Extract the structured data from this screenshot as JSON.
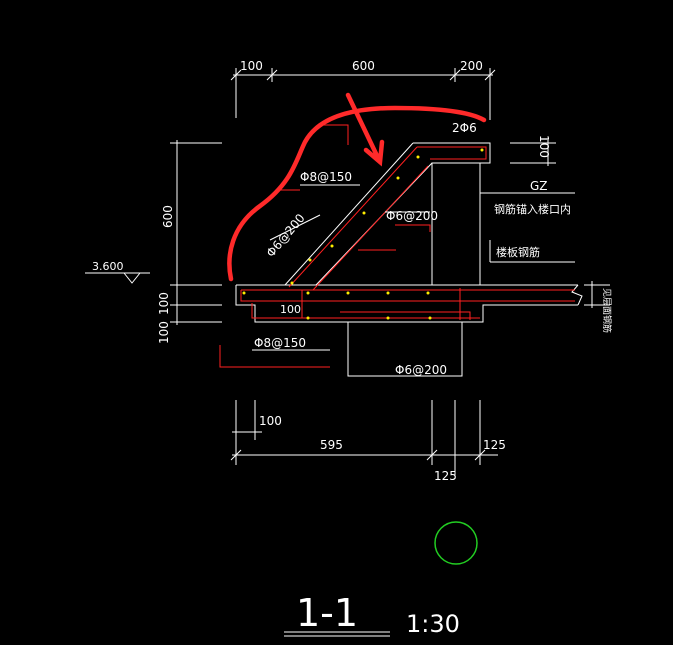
{
  "dimensions": {
    "top_left": "100",
    "top_mid": "600",
    "top_right": "200",
    "right_height": "100",
    "left_height": "600",
    "left_lower_1": "100",
    "left_lower_2": "100",
    "bottom_small": "100",
    "bottom_main": "595",
    "bottom_right": "125",
    "bottom_right2": "125"
  },
  "labels": {
    "elevation": "3.600",
    "top_bar": "2Φ6",
    "upper_stirrup": "Φ8@150",
    "diag_left": "Φ6@200",
    "diag_right": "Φ6@200",
    "lower_stirrup": "Φ8@150",
    "bottom_dist": "Φ6@200",
    "inner_100": "100",
    "gz": "GZ",
    "note_anchor": "钢筋锚入楼口内",
    "note_slab": "楼板钢筋",
    "note_vertical": "见层面钢筋"
  },
  "title": {
    "section": "1-1",
    "scale": "1:30"
  },
  "colors": {
    "line": "#ffffff",
    "rebar": "#ff2020",
    "markup": "#ff2a2a",
    "circle": "#22cc22",
    "dot": "#ffee00"
  }
}
